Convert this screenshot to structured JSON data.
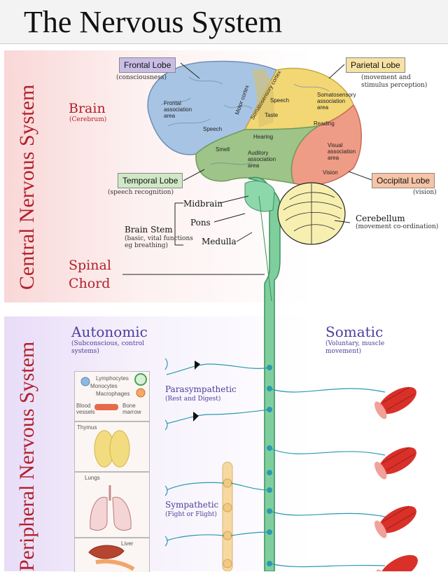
{
  "title": "The Nervous System",
  "cns": {
    "side_label": "Central Nervous System",
    "brain": "Brain",
    "cerebrum": "(Cerebrum)",
    "spinal_l1": "Spinal",
    "spinal_l2": "Chord",
    "brain_stem": "Brain Stem",
    "brain_stem_note_l1": "(basic, vital functions",
    "brain_stem_note_l2": "eg breathing)",
    "midbrain": "Midbrain",
    "pons": "Pons",
    "medulla": "Medulla",
    "cerebellum": "Cerebellum",
    "cerebellum_note": "(movement co-ordination)"
  },
  "lobes": {
    "frontal": {
      "label": "Frontal Lobe",
      "note": "(consciousness)",
      "color": "#c9bde6"
    },
    "parietal": {
      "label": "Parietal Lobe",
      "note_l1": "(movement and",
      "note_l2": "stimulus perception)",
      "color": "#f6e2a4"
    },
    "temporal": {
      "label": "Temporal Lobe",
      "note": "(speech recognition)",
      "color": "#cfe9c6"
    },
    "occipital": {
      "label": "Occipital Lobe",
      "note": "(vision)",
      "color": "#f6c4a6"
    }
  },
  "brain_areas": {
    "frontal_assoc_l1": "Frontal",
    "frontal_assoc_l2": "association",
    "frontal_assoc_l3": "area",
    "motor_cortex": "Motor cortex",
    "somatosensory_cortex": "Somatosensory cortex",
    "speech_top": "Speech",
    "taste": "Taste",
    "soma_assoc_l1": "Somatosensory",
    "soma_assoc_l2": "association",
    "soma_assoc_l3": "area",
    "reading": "Reading",
    "speech_left": "Speech",
    "smell": "Smell",
    "hearing": "Hearing",
    "auditory_l1": "Auditory",
    "auditory_l2": "association",
    "auditory_l3": "area",
    "visual_l1": "Visual",
    "visual_l2": "association",
    "visual_l3": "area",
    "vision": "Vision"
  },
  "pns": {
    "side_label": "Peripheral Nervous System",
    "autonomic": "Autonomic",
    "autonomic_note_l1": "(Subconscious, control",
    "autonomic_note_l2": "systems)",
    "somatic": "Somatic",
    "somatic_note_l1": "(Voluntary, muscle",
    "somatic_note_l2": "movement)",
    "parasympathetic": "Parasympathetic",
    "parasympathetic_note": "(Rest and Digest)",
    "sympathetic": "Sympathetic",
    "sympathetic_note": "(Fight or Flight)"
  },
  "panels": {
    "lymphocytes": "Lymphocytes",
    "monocytes": "Monocytes",
    "macrophages": "Macrophages",
    "blood_vessels_l1": "Blood",
    "blood_vessels_l2": "vessels",
    "bone_marrow_l1": "Bone",
    "bone_marrow_l2": "marrow",
    "thymus": "Thymus",
    "lungs": "Lungs",
    "liver": "Liver"
  }
}
